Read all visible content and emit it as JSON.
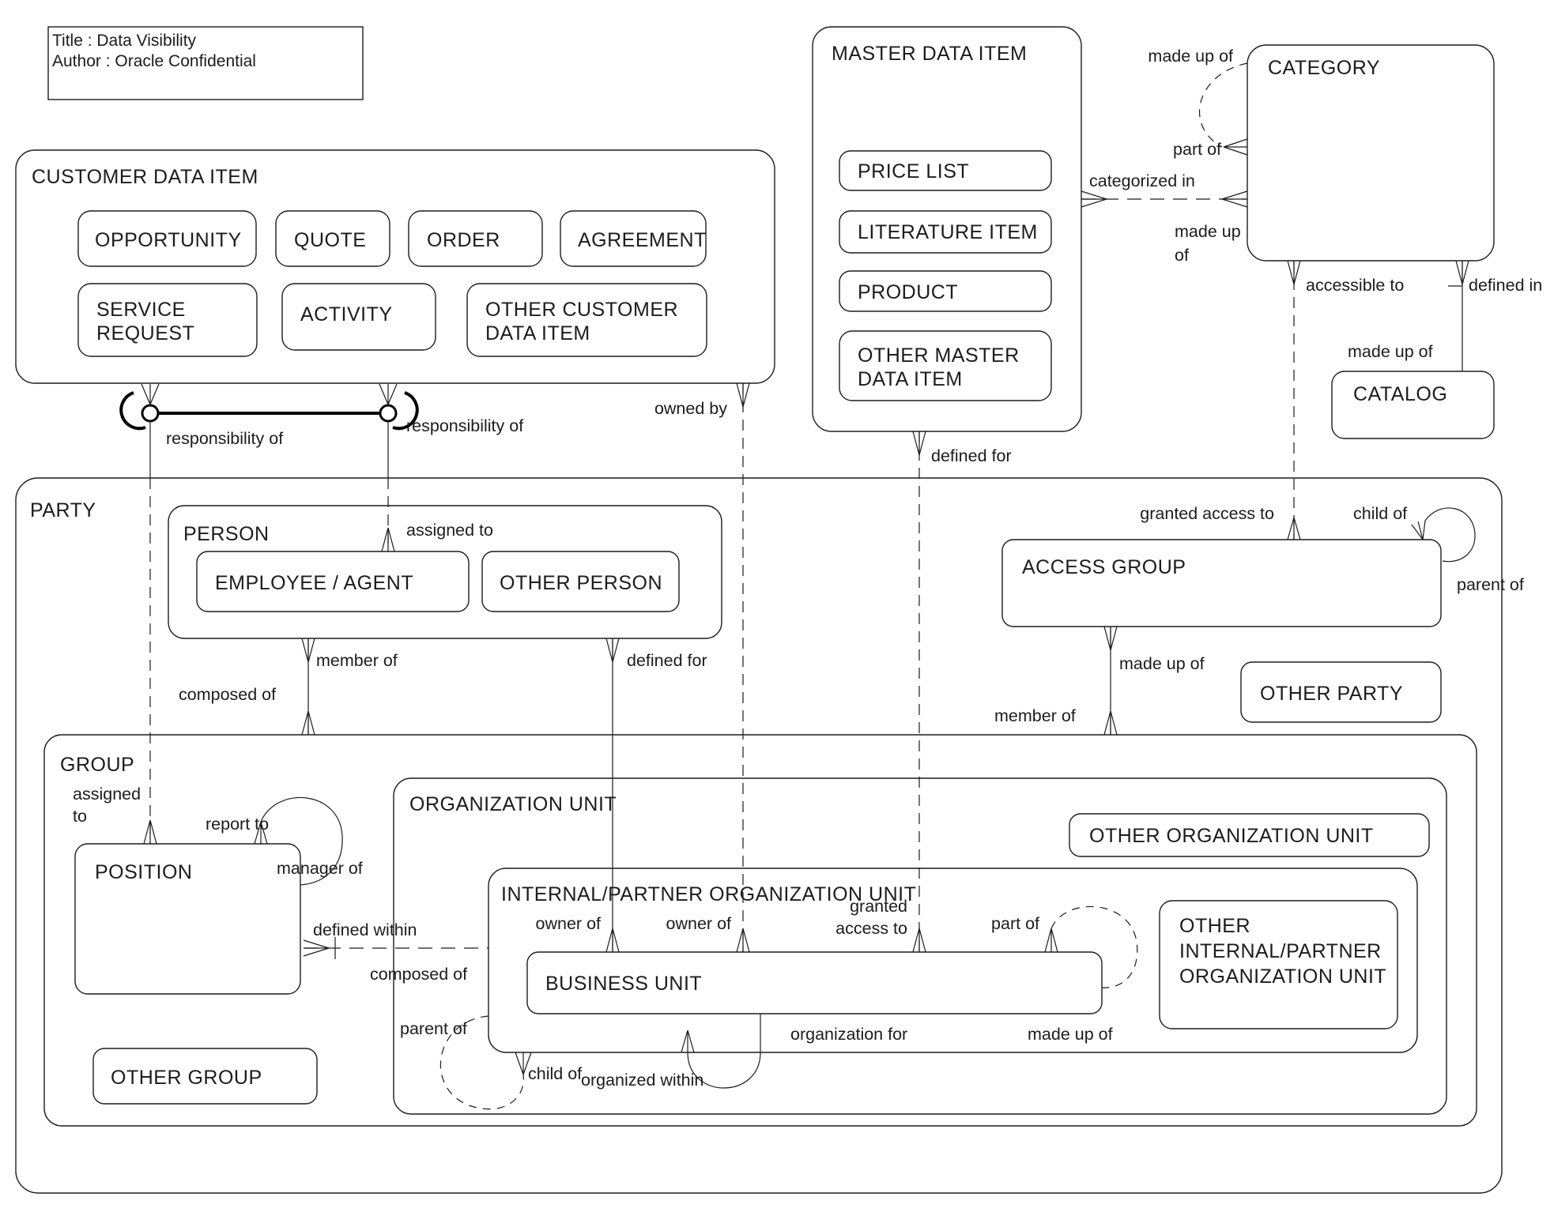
{
  "title_box": {
    "title_line": "Title : Data Visibility",
    "author_line": "Author : Oracle Confidential"
  },
  "entities": {
    "customer_data_item": "CUSTOMER DATA ITEM",
    "opportunity": "OPPORTUNITY",
    "quote": "QUOTE",
    "order": "ORDER",
    "agreement": "AGREEMENT",
    "service_request_line1": "SERVICE",
    "service_request_line2": "REQUEST",
    "activity": "ACTIVITY",
    "other_customer_line1": "OTHER CUSTOMER",
    "other_customer_line2": "DATA ITEM",
    "master_data_item": "MASTER DATA ITEM",
    "price_list": "PRICE LIST",
    "literature_item": "LITERATURE ITEM",
    "product": "PRODUCT",
    "other_master_line1": "OTHER MASTER",
    "other_master_line2": "DATA ITEM",
    "category": "CATEGORY",
    "catalog": "CATALOG",
    "party": "PARTY",
    "person": "PERSON",
    "employee_agent": "EMPLOYEE / AGENT",
    "other_person": "OTHER PERSON",
    "access_group": "ACCESS GROUP",
    "other_party": "OTHER PARTY",
    "group": "GROUP",
    "position": "POSITION",
    "other_group": "OTHER GROUP",
    "organization_unit": "ORGANIZATION UNIT",
    "other_organization_unit": "OTHER ORGANIZATION UNIT",
    "internal_partner_org_unit": "INTERNAL/PARTNER ORGANIZATION UNIT",
    "business_unit": "BUSINESS UNIT",
    "other_ipou_line1": "OTHER",
    "other_ipou_line2": "INTERNAL/PARTNER",
    "other_ipou_line3": "ORGANIZATION UNIT"
  },
  "relationship_labels": {
    "responsibility_of_left": "responsibility of",
    "responsibility_of_right": "responsibility of",
    "owned_by": "owned by",
    "defined_for_master": "defined for",
    "made_up_of_category_top": "made up of",
    "part_of_category": "part of",
    "categorized_in": "categorized in",
    "made_up_of_category_line1": "made up",
    "made_up_of_category_line2": "of",
    "accessible_to": "accessible to",
    "defined_in": "defined in",
    "made_up_of_catalog": "made up of",
    "assigned_to_person": "assigned to",
    "member_of_person": "member of",
    "defined_for_person": "defined for",
    "composed_of_group": "composed of",
    "granted_access_to_access_group": "granted access to",
    "child_of_access_group": "child of",
    "parent_of_access_group": "parent of",
    "made_up_of_access_group": "made up of",
    "member_of_access_group": "member of",
    "assigned_to_position_line1": "assigned",
    "assigned_to_position_line2": "to",
    "report_to": "report to",
    "manager_of": "manager of",
    "defined_within": "defined within",
    "composed_of_org": "composed of",
    "parent_of_org": "parent of",
    "child_of_org": "child of",
    "organized_within": "organized within",
    "organization_for": "organization for",
    "owner_of_left": "owner of",
    "owner_of_right": "owner of",
    "granted_access_line1": "granted",
    "granted_access_line2": "access to",
    "part_of_business_unit": "part of",
    "made_up_of_business_unit": "made up of"
  }
}
